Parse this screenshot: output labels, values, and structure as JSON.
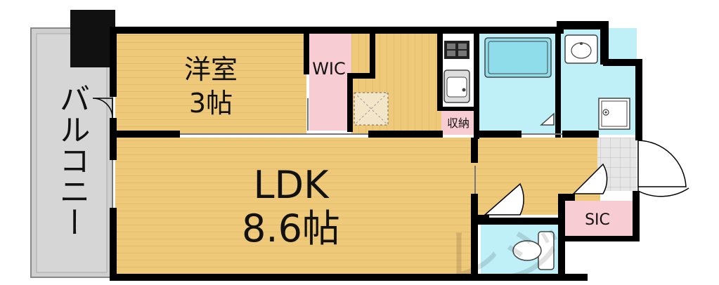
{
  "floorplan": {
    "rooms": {
      "western_room": {
        "name": "洋室",
        "size": "3帖"
      },
      "wic": {
        "name": "WIC"
      },
      "ldk": {
        "name": "LDK",
        "size": "8.6帖"
      },
      "storage": {
        "name": "収納"
      },
      "sic": {
        "name": "SIC"
      },
      "balcony": {
        "name": "バルコニー"
      }
    },
    "colors": {
      "wood_floor": "#EFC97A",
      "wood_line": "#D9AE5C",
      "pink": "#F7CDD3",
      "light_blue": "#BFEFF7",
      "bath_blue": "#8FDCEB",
      "balcony_gray": "#CFCFCF",
      "wall": "#000000",
      "tile": "#D8D8D8"
    },
    "watermark": "レジ"
  }
}
